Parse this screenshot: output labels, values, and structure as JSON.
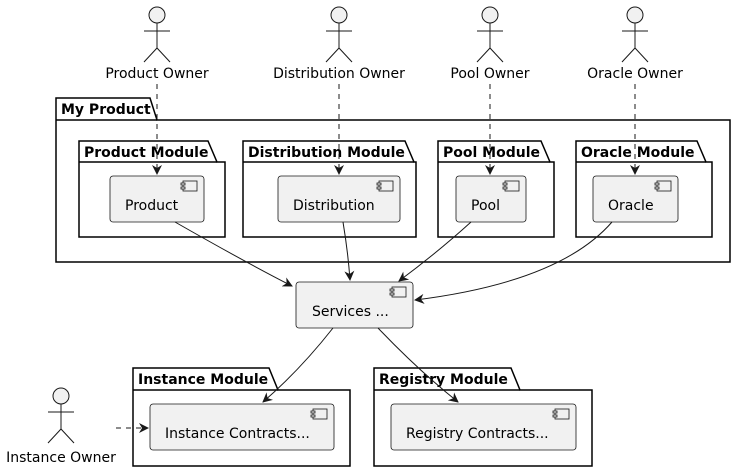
{
  "actors": {
    "product_owner": "Product Owner",
    "distribution_owner": "Distribution Owner",
    "pool_owner": "Pool Owner",
    "oracle_owner": "Oracle Owner",
    "instance_owner": "Instance Owner"
  },
  "packages": {
    "my_product": "My Product",
    "product_module": "Product Module",
    "distribution_module": "Distribution Module",
    "pool_module": "Pool Module",
    "oracle_module": "Oracle Module",
    "instance_module": "Instance Module",
    "registry_module": "Registry Module"
  },
  "components": {
    "product": "Product",
    "distribution": "Distribution",
    "pool": "Pool",
    "oracle": "Oracle",
    "services": "Services ...",
    "instance_contracts": "Instance Contracts...",
    "registry_contracts": "Registry Contracts..."
  },
  "colors": {
    "component_fill": "#f1f1f1",
    "actor_fill": "#f1f1f1",
    "line": "#181818"
  }
}
